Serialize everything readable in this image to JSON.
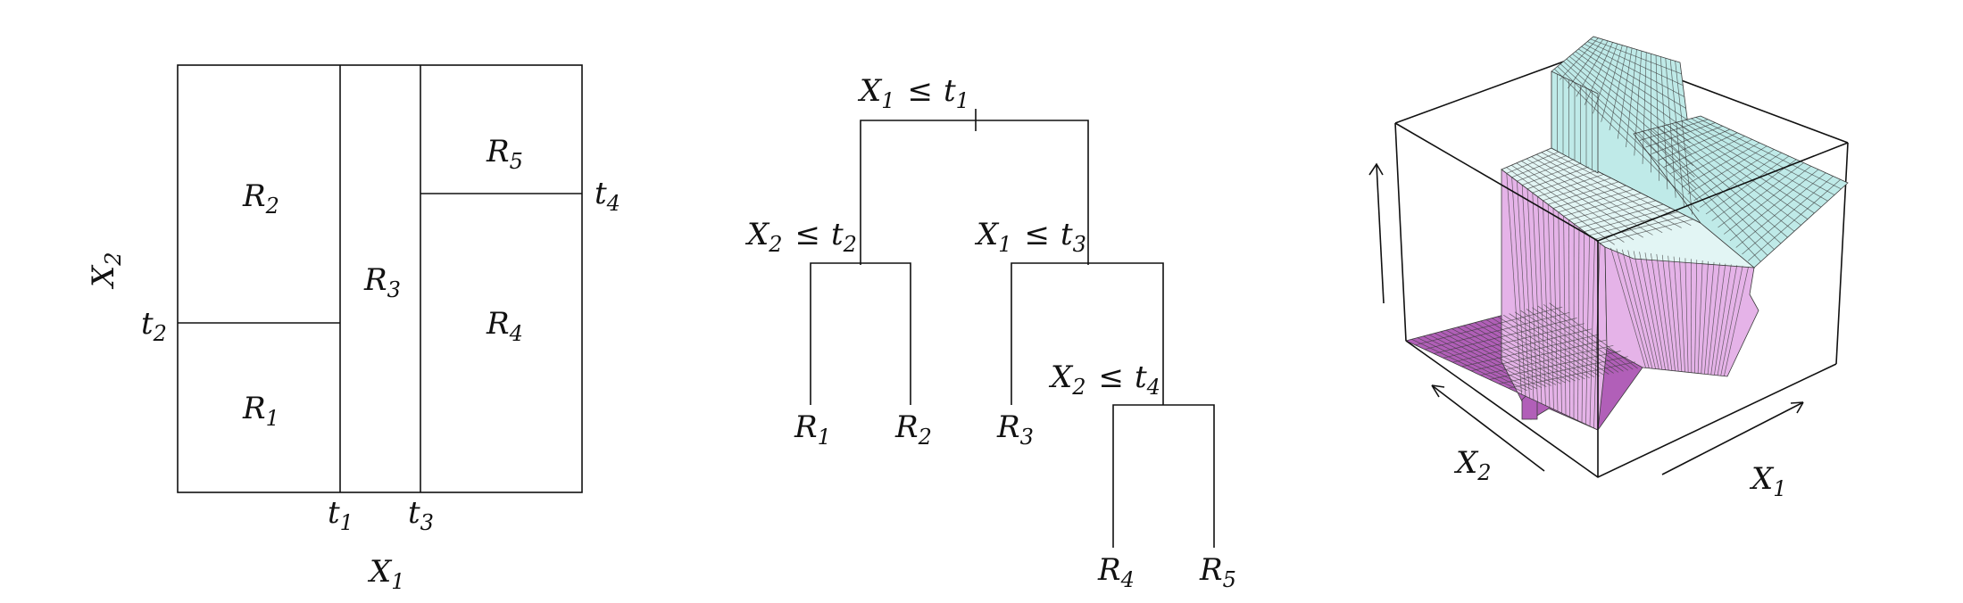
{
  "partition": {
    "x_axis": {
      "base": "X",
      "sub": "1"
    },
    "y_axis": {
      "base": "X",
      "sub": "2"
    },
    "thresholds": {
      "t1": {
        "base": "t",
        "sub": "1"
      },
      "t2": {
        "base": "t",
        "sub": "2"
      },
      "t3": {
        "base": "t",
        "sub": "3"
      },
      "t4": {
        "base": "t",
        "sub": "4"
      }
    },
    "regions": {
      "r1": {
        "base": "R",
        "sub": "1"
      },
      "r2": {
        "base": "R",
        "sub": "2"
      },
      "r3": {
        "base": "R",
        "sub": "3"
      },
      "r4": {
        "base": "R",
        "sub": "4"
      },
      "r5": {
        "base": "R",
        "sub": "5"
      }
    }
  },
  "tree": {
    "root": {
      "var": "X",
      "vsub": "1",
      "op": "≤",
      "thr": "t",
      "tsub": "1"
    },
    "left": {
      "var": "X",
      "vsub": "2",
      "op": "≤",
      "thr": "t",
      "tsub": "2"
    },
    "right": {
      "var": "X",
      "vsub": "1",
      "op": "≤",
      "thr": "t",
      "tsub": "3"
    },
    "right2": {
      "var": "X",
      "vsub": "2",
      "op": "≤",
      "thr": "t",
      "tsub": "4"
    },
    "leaves": {
      "r1": {
        "base": "R",
        "sub": "1"
      },
      "r2": {
        "base": "R",
        "sub": "2"
      },
      "r3": {
        "base": "R",
        "sub": "3"
      },
      "r4": {
        "base": "R",
        "sub": "4"
      },
      "r5": {
        "base": "R",
        "sub": "5"
      }
    }
  },
  "surface": {
    "x_axis": {
      "base": "X",
      "sub": "1"
    },
    "y_axis": {
      "base": "X",
      "sub": "2"
    },
    "colors": {
      "low": "#b15fb8",
      "low_wall": "#e5b3e8",
      "high": "#bfeae8",
      "mid_top": "#e2f5f4",
      "grid": "#3a3a3a"
    }
  }
}
